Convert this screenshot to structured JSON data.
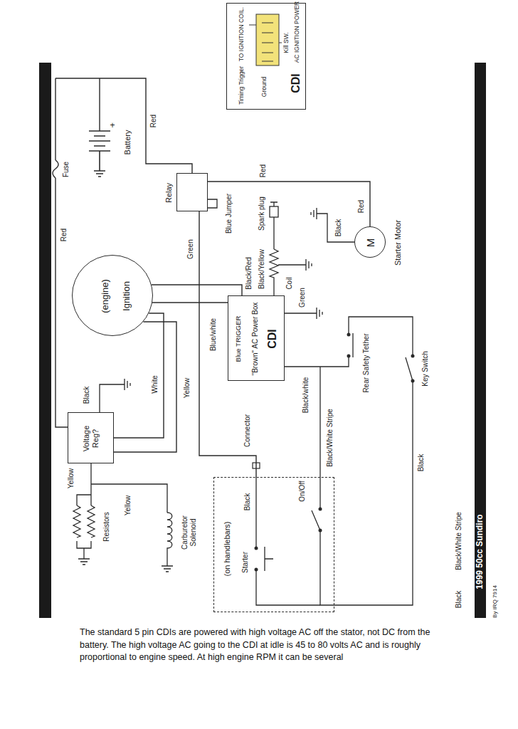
{
  "diagram": {
    "caption": "The standard 5 pin CDIs are powered with high voltage AC off the stator, not DC from the battery. The high voltage AC going to the CDI at idle is 45 to 80 volts AC and is roughly proportional to engine speed. At high engine RPM it can be several",
    "nodes": [
      {
        "text": [
          "CDI"
        ]
      },
      {
        "text": [
          "Relay"
        ]
      },
      {
        "text": [
          "M",
          "Starter Motor"
        ]
      },
      {
        "text": [
          "(engine)",
          "Ignition"
        ]
      },
      {
        "text": [
          "Blue TRIGGER",
          "\"Brown\" AC Power Box",
          "CDI"
        ]
      },
      {
        "text": [
          "Voltage Reg?"
        ]
      },
      {
        "text": [
          "(on handlebars)"
        ]
      }
    ],
    "edges": [
      {
        "from": 1,
        "to": 2,
        "arrow": "none"
      },
      {
        "from": 3,
        "to": 5,
        "arrow": "none"
      },
      {
        "from": 3,
        "to": 5,
        "arrow": "none"
      },
      {
        "from": 3,
        "to": 4,
        "label": "Blue/white",
        "arrow": "none"
      },
      {
        "from": 1,
        "to": 6,
        "label": "Green",
        "arrow": "none"
      },
      {
        "from": 3,
        "to": 4,
        "label": "Black/Red",
        "arrow": "none"
      }
    ],
    "labels": [
      "TO IGNITION COIL.",
      "Timing Trigger",
      "Ground",
      "Kill SW.",
      "AC IGNITION POWER",
      "Red",
      "+",
      "Battery",
      "Fuse",
      "Red",
      "Red",
      "Blue Jumper",
      "Black",
      "Spark plug",
      "Black/Yellow",
      "Coil",
      "Green",
      "Red",
      "Black",
      "White",
      "Yellow",
      "Black/white",
      "Rear Safety Tether",
      "Key Switch",
      "Black/White Stripe",
      "Black",
      "Connector",
      "Black",
      "Starter",
      "On/Off",
      "Yellow",
      "Yellow",
      "Resistors",
      "Carburetor Solenoid",
      "Black/White Stripe",
      "Black",
      "1999 50cc Sundiro",
      "By IRQ 7914"
    ]
  }
}
